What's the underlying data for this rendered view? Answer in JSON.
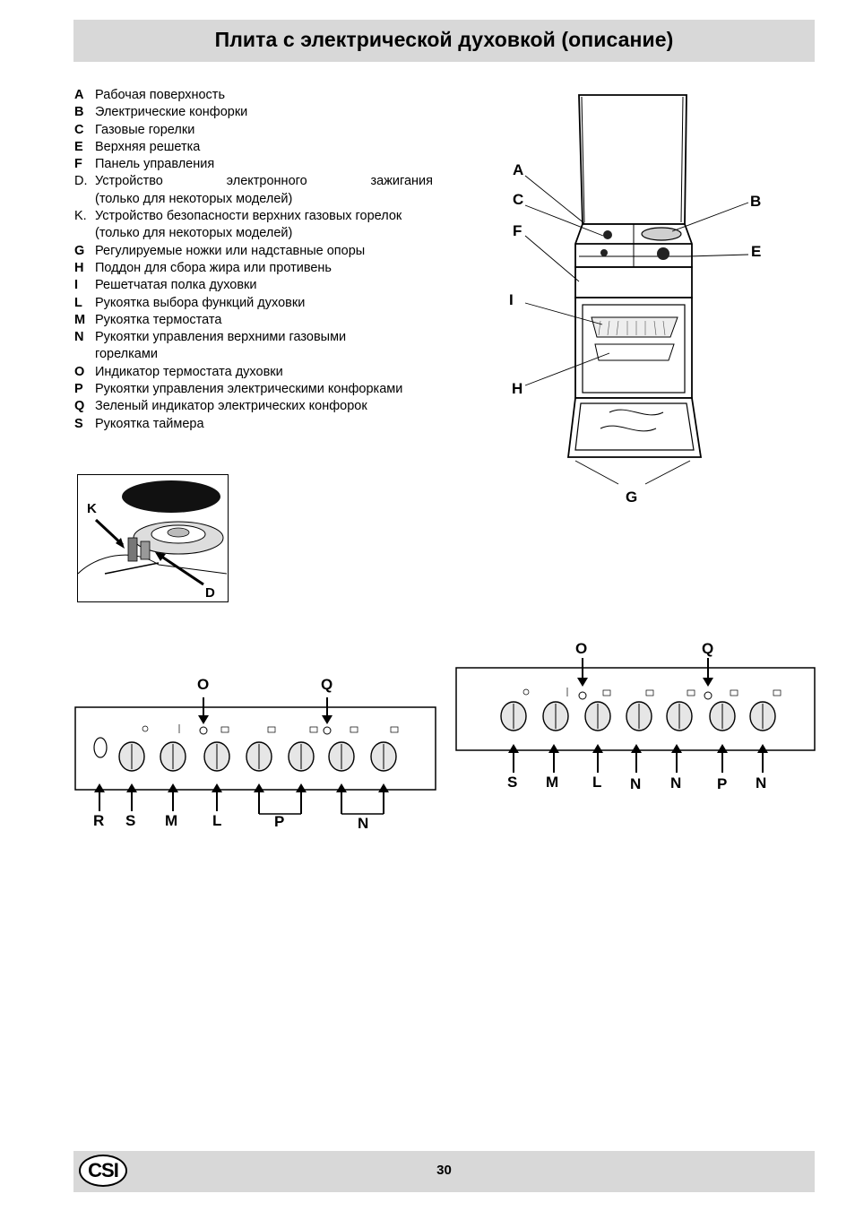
{
  "header": {
    "title": "Плита с электрической духовкой (описание)"
  },
  "legend": [
    {
      "key": "A",
      "text": "Рабочая поверхность"
    },
    {
      "key": "B",
      "text": "Электрические конфорки"
    },
    {
      "key": "C",
      "text": "Газовые горелки"
    },
    {
      "key": "E",
      "text": "Верхняя решетка"
    },
    {
      "key": "F",
      "text": "Панель управления"
    },
    {
      "key": "D.",
      "text": "Устройство электронного зажигания"
    },
    {
      "key": "",
      "text": "(только для некоторых моделей)"
    },
    {
      "key": "K.",
      "text": "Устройство безопасности верхних газовых горелок"
    },
    {
      "key": "",
      "text": "(только для некоторых моделей)"
    },
    {
      "key": "G",
      "text": "Регулируемые ножки или надставные опоры"
    },
    {
      "key": "H",
      "text": "Поддон для сбора жира или противень"
    },
    {
      "key": "I",
      "text": "Решетчатая полка духовки"
    },
    {
      "key": "L",
      "text": "Рукоятка выбора функций духовки"
    },
    {
      "key": "M",
      "text": "Рукоятка термостата"
    },
    {
      "key": "N",
      "text": "Рукоятки управления верхними газовыми"
    },
    {
      "key": "",
      "text": "горелками"
    },
    {
      "key": "O",
      "text": "Индикатор термостата духовки"
    },
    {
      "key": "P",
      "text": "Рукоятки управления электрическими конфорками"
    },
    {
      "key": "Q",
      "text": "Зеленый индикатор электрических конфорок"
    },
    {
      "key": "S",
      "text": "Рукоятка таймера"
    }
  ],
  "stove_labels": {
    "a": "A",
    "b": "B",
    "c": "C",
    "e": "E",
    "f": "F",
    "i": "I",
    "h": "H",
    "g": "G"
  },
  "burner_labels": {
    "k": "K",
    "d": "D"
  },
  "panel1_labels": {
    "o": "O",
    "q": "Q",
    "r": "R",
    "s": "S",
    "m": "M",
    "l": "L",
    "p": "P",
    "n": "N"
  },
  "panel2_labels": {
    "o": "O",
    "q": "Q",
    "s": "S",
    "m": "M",
    "l": "L",
    "n1": "N",
    "n2": "N",
    "p": "P",
    "n3": "N"
  },
  "footer": {
    "logo": "CSI",
    "page": "30"
  }
}
